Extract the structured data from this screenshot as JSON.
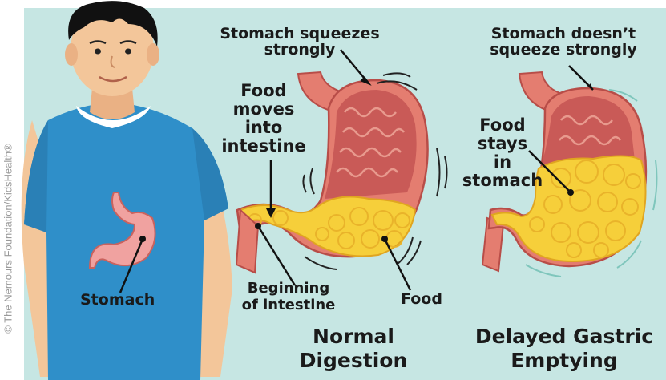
{
  "credit": "© The Nemours Foundation/KidsHealth®",
  "boy": {
    "stomach_label": "Stomach"
  },
  "normal": {
    "squeeze_label": [
      "Stomach squeezes",
      "strongly"
    ],
    "food_moves_label": [
      "Food",
      "moves",
      "into",
      "intestine"
    ],
    "intestine_label": [
      "Beginning",
      "of intestine"
    ],
    "food_label": "Food",
    "caption": [
      "Normal",
      "Digestion"
    ]
  },
  "delayed": {
    "no_squeeze_label": [
      "Stomach doesn’t",
      "squeeze strongly"
    ],
    "food_stays_label": [
      "Food",
      "stays",
      "in",
      "stomach"
    ],
    "caption": [
      "Delayed Gastric",
      "Emptying"
    ]
  },
  "colors": {
    "background": "#c6e6e3",
    "shirt": "#2f8fc9",
    "skin": "#f3c69a",
    "stomach_wall": "#e47d70",
    "stomach_inner": "#c95a57",
    "food": "#f6cf3a",
    "food_outline": "#e0a520"
  }
}
